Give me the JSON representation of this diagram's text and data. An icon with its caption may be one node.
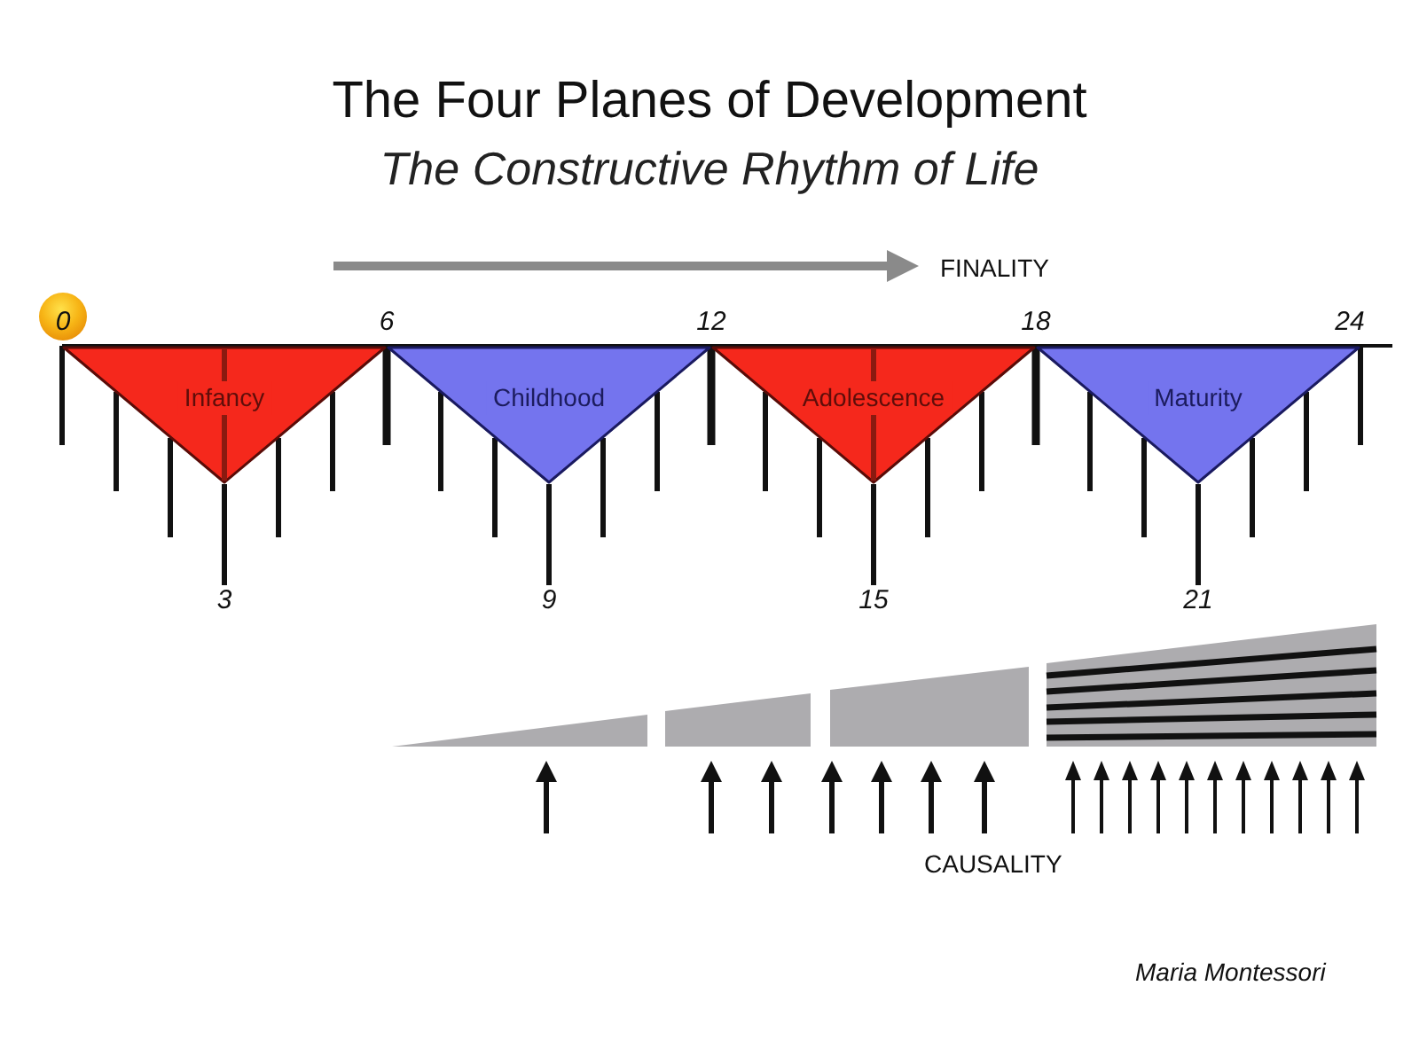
{
  "diagram": {
    "title": "The Four Planes of Development",
    "nodes": [
      {
        "text": [
          "0"
        ]
      },
      {
        "text": [
          "Infancy"
        ]
      },
      {
        "text": [
          "Childhood"
        ]
      },
      {
        "text": [
          "Adolescence"
        ]
      },
      {
        "text": [
          "Maturity"
        ]
      },
      {
        "text": [
          "3"
        ]
      },
      {
        "text": [
          "9"
        ]
      },
      {
        "text": [
          "15"
        ]
      },
      {
        "text": [
          "21"
        ]
      }
    ],
    "edges": [
      {
        "from": 1,
        "to": 5,
        "arrow": "none"
      },
      {
        "from": 2,
        "to": 6,
        "arrow": "none"
      },
      {
        "from": 3,
        "to": 7,
        "arrow": "none"
      },
      {
        "from": 4,
        "to": 8,
        "arrow": "none"
      }
    ],
    "labels": [
      "The Constructive Rhythm of Life",
      "FINALITY",
      "6",
      "12",
      "18",
      "24",
      "CAUSALITY",
      "Maria Montessori"
    ]
  }
}
